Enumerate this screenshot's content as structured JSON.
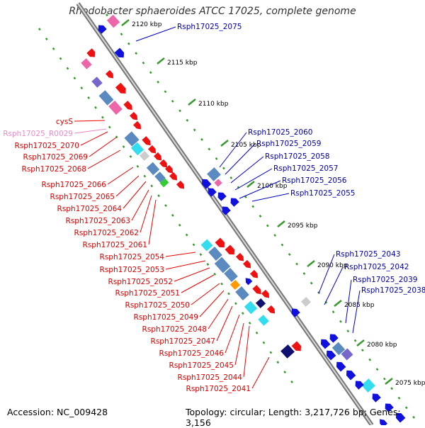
{
  "title": "Rhodobacter sphaeroides ATCC 17025, complete genome",
  "accession": "Accession: NC_009428",
  "summary": "Topology: circular; Length: 3,217,726 bp; Genes: 3,156",
  "colors": {
    "backbone": "#8a8a8a",
    "forward": "#ee1111",
    "reverse": "#1111dd",
    "scale_dot": "#3a9a30",
    "pink": "#ee66aa",
    "steel": "#5a8ac0",
    "cyan": "#33ddee",
    "navy": "#101070",
    "orange": "#ff9900",
    "purple": "#7766cc"
  },
  "scale_labels": [
    "2120 kbp",
    "2115 kbp",
    "2110 kbp",
    "2105 kbp",
    "2100 kbp",
    "2095 kbp",
    "2090 kbp",
    "2085 kbp",
    "2080 kbp",
    "2075 kbp"
  ],
  "labels_right": [
    "Rsph17025_2075",
    "Rsph17025_2060",
    "Rsph17025_2059",
    "Rsph17025_2058",
    "Rsph17025_2057",
    "Rsph17025_2056",
    "Rsph17025_2055",
    "Rsph17025_2043",
    "Rsph17025_2042",
    "Rsph17025_2039",
    "Rsph17025_2038"
  ],
  "labels_left": [
    "cysS",
    "Rsph17025_R0029",
    "Rsph17025_2070",
    "Rsph17025_2069",
    "Rsph17025_2068",
    "Rsph17025_2066",
    "Rsph17025_2065",
    "Rsph17025_2064",
    "Rsph17025_2063",
    "Rsph17025_2062",
    "Rsph17025_2061",
    "Rsph17025_2054",
    "Rsph17025_2053",
    "Rsph17025_2052",
    "Rsph17025_2051",
    "Rsph17025_2050",
    "Rsph17025_2049",
    "Rsph17025_2048",
    "Rsph17025_2047",
    "Rsph17025_2046",
    "Rsph17025_2045",
    "Rsph17025_2044",
    "Rsph17025_2041"
  ]
}
